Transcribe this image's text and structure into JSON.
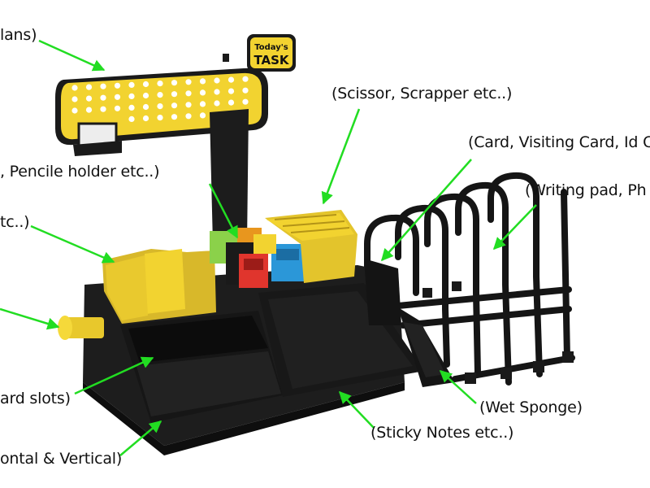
{
  "sign": {
    "line1": "Today's",
    "line2": "TASK"
  },
  "labels": {
    "pegboard": "lans)",
    "scissor": "(Scissor, Scrapper etc..)",
    "card": "(Card, Visiting Card, Id C",
    "pen_holder": ", Pencile holder etc..)",
    "writing_pad": "(Writing pad, Ph",
    "etc": "tc..)",
    "card_slots": "ard slots)",
    "wet_sponge": "(Wet Sponge)",
    "sticky_notes": "(Sticky Notes etc..)",
    "orientation": "ontal & Vertical)"
  },
  "colors": {
    "arrow": "#22dd22",
    "body": "#1a1a1a",
    "accent": "#f2d330",
    "cup_green": "#8bd14a",
    "cup_orange": "#e8961e",
    "cup_red": "#e0352d",
    "cup_blue": "#2b97d8"
  }
}
